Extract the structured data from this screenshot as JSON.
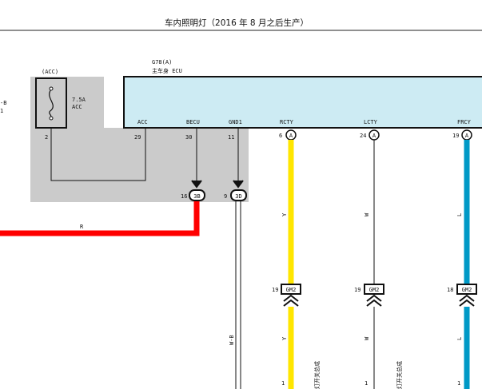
{
  "title": "车内照明灯（2016 年 8 月之后生产）",
  "ecu": {
    "code": "G78(A)",
    "name": "主车身 ECU"
  },
  "fuse": {
    "tag": "(ACC)",
    "rating": "7.5A",
    "name": "ACC"
  },
  "left_cut": {
    "line1": "-B",
    "line2": "1"
  },
  "pins": {
    "fuse_out": "2",
    "acc": "29",
    "becu": "30",
    "gnd1": "11",
    "rcty": "6",
    "lcty": "24",
    "frcy": "19"
  },
  "terminals": {
    "acc": "ACC",
    "becu": "BECU",
    "gnd1": "GND1",
    "rcty": "RCTY",
    "lcty": "LCTY",
    "frcy": "FRCY"
  },
  "connector_letter": "A",
  "junctions": {
    "j3b": {
      "pin": "16",
      "id": "3B"
    },
    "j3d": {
      "pin": "9",
      "id": "3D"
    }
  },
  "connectors": {
    "gm2_label": "GM2",
    "c1_pin": "19",
    "c2_pin": "19",
    "c3_pin": "18"
  },
  "wire_colors": {
    "r": "R",
    "y_top": "Y",
    "w_top": "W",
    "l_top": "L",
    "y_bot": "Y",
    "w_bot": "W",
    "l_bot": "L",
    "wb": "W-B"
  },
  "bottom_pins": {
    "p1": "1",
    "p2": "1",
    "p3": "1"
  },
  "vertical_labels": {
    "v1": "灯开关总成",
    "v2": "灯开关总成"
  },
  "colors": {
    "ecu_fill": "#cdebf3",
    "fuse_box": "#cbcbcb",
    "red_wire": "#ff0000",
    "yellow_wire": "#ffe600",
    "blue_wire": "#0099c6"
  }
}
